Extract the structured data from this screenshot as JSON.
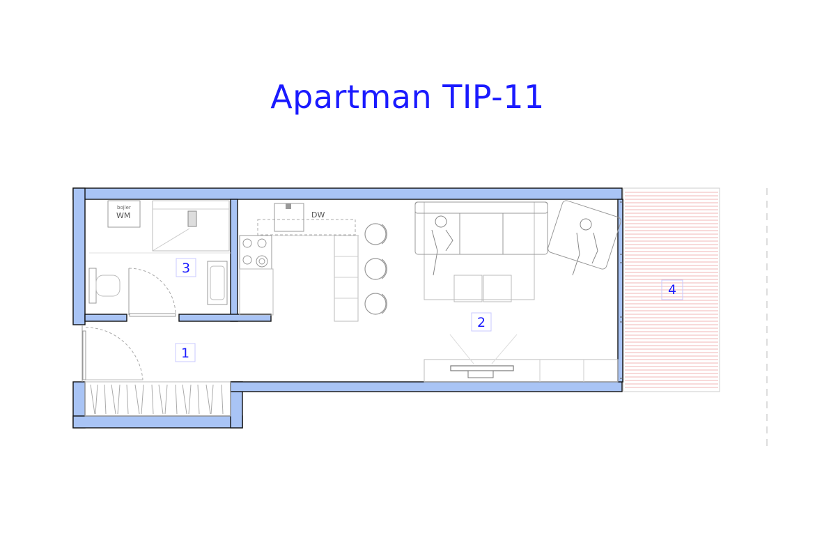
{
  "title": "Apartman TIP-11",
  "rooms": [
    {
      "number": "1"
    },
    {
      "number": "2"
    },
    {
      "number": "3"
    },
    {
      "number": "4"
    }
  ],
  "fixtures": {
    "dishwasher": "DW",
    "washing_machine": "WM",
    "boiler": "bojler"
  },
  "colors": {
    "title": "#1a1aff",
    "wall_fill": "#a9c4f5",
    "room_label": "#1a1aff",
    "deck_boards": "#f0b5b5"
  }
}
